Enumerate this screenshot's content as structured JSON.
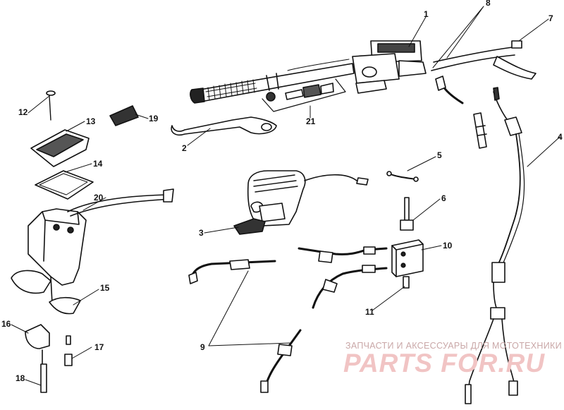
{
  "callouts": [
    {
      "id": "c1",
      "text": "1"
    },
    {
      "id": "c2",
      "text": "2"
    },
    {
      "id": "c3",
      "text": "3"
    },
    {
      "id": "c4",
      "text": "4"
    },
    {
      "id": "c5",
      "text": "5"
    },
    {
      "id": "c6",
      "text": "6"
    },
    {
      "id": "c7",
      "text": "7"
    },
    {
      "id": "c8",
      "text": "8"
    },
    {
      "id": "c9",
      "text": "9"
    },
    {
      "id": "c10",
      "text": "10"
    },
    {
      "id": "c11",
      "text": "11"
    },
    {
      "id": "c12",
      "text": "12"
    },
    {
      "id": "c13",
      "text": "13"
    },
    {
      "id": "c14",
      "text": "14"
    },
    {
      "id": "c15",
      "text": "15"
    },
    {
      "id": "c16",
      "text": "16"
    },
    {
      "id": "c17",
      "text": "17"
    },
    {
      "id": "c18",
      "text": "18"
    },
    {
      "id": "c19",
      "text": "19"
    },
    {
      "id": "c20",
      "text": "20"
    },
    {
      "id": "c21",
      "text": "21"
    }
  ],
  "watermark": {
    "tagline": "ЗАПЧАСТИ И АКСЕССУАРЫ ДЛЯ МОТОТЕХНИКИ",
    "logo": "PARTS FOR.RU"
  }
}
